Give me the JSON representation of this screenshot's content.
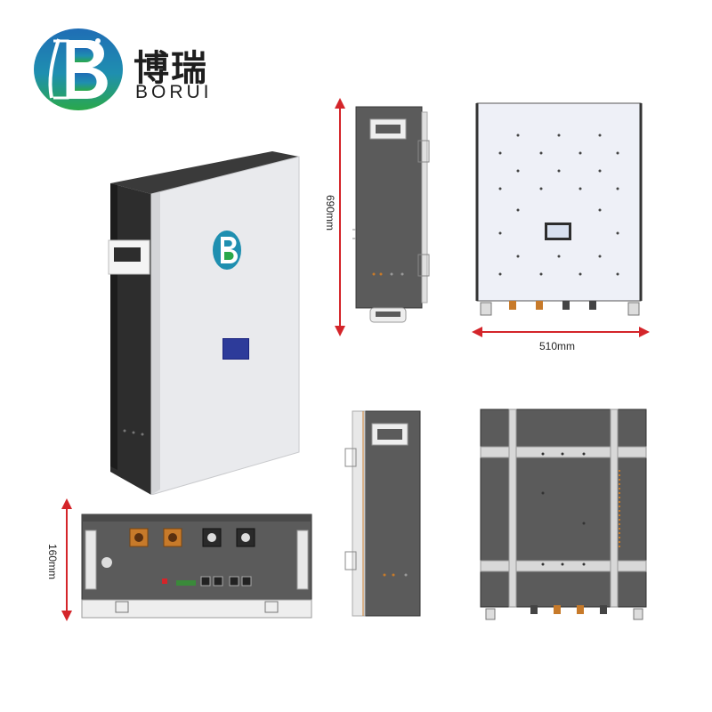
{
  "brand": {
    "name_cn": "博瑞",
    "name_en": "BORUI",
    "logo_letter": "B"
  },
  "dimensions": {
    "height": "690mm",
    "width": "510mm",
    "depth": "160mm"
  },
  "colors": {
    "logo_blue": "#1f6db5",
    "logo_green": "#2aa84a",
    "arrow_red": "#d4252a",
    "panel_gray": "#5b5b5b",
    "panel_white": "#eef0f7",
    "body_dark": "#2d2d2d"
  }
}
